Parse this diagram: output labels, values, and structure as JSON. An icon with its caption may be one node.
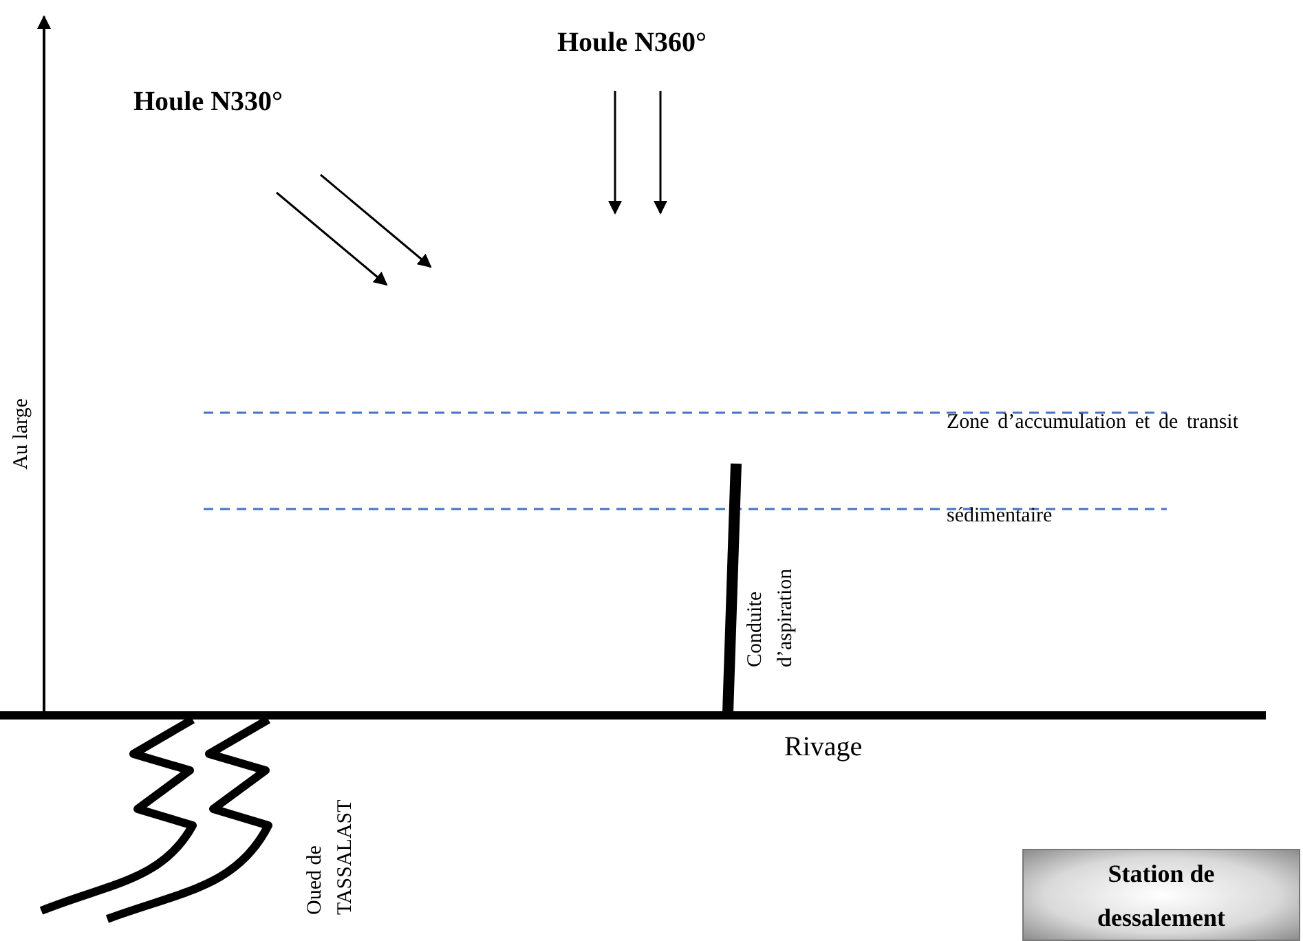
{
  "diagram": {
    "nodes": [
      {
        "text": [
          "Station de dessalement"
        ]
      }
    ],
    "edges": [],
    "labels": [
      "Houle N360°",
      "Houle N330°",
      "Au large",
      "Zone d’accumulation et de transit sédimentaire",
      "Conduite d’aspiration",
      "Rivage",
      "Oued de TASSALAST"
    ]
  }
}
